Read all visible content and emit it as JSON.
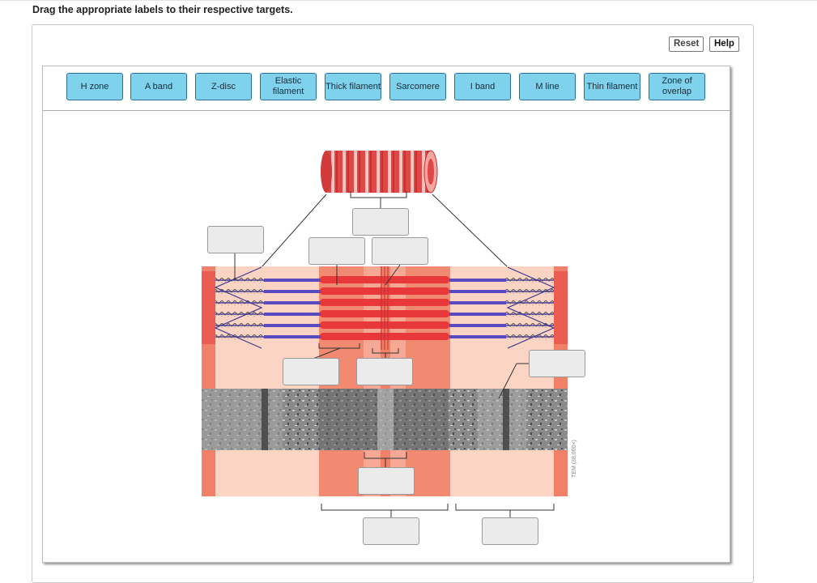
{
  "instruction": "Drag the appropriate labels to their respective targets.",
  "toolbar": {
    "reset_label": "Reset",
    "help_label": "Help"
  },
  "labels": [
    "H zone",
    "A band",
    "Z-disc",
    "Elastic filament",
    "Thick filament",
    "Sarcomere",
    "I band",
    "M line",
    "Thin filament",
    "Zone of overlap"
  ],
  "micrograph_caption": "TEM (38,000×)",
  "colors": {
    "label_fill": "#7fd2ec",
    "label_border": "#2a6fa0",
    "band_dark": "#f08068",
    "band_light": "#fbd2c2",
    "myosin": "#e8383a",
    "actin": "#4a3ab0"
  }
}
